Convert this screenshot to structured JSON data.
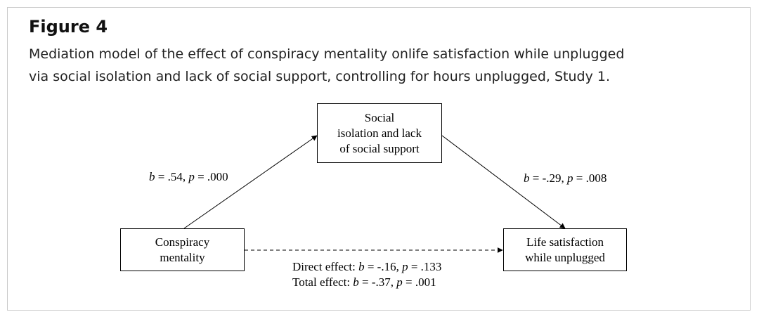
{
  "figure": {
    "label": "Figure 4",
    "caption_lines": [
      "Mediation model of the effect of conspiracy mentality onlife satisfaction while unplugged",
      "via social isolation and lack of social support, controlling for hours unplugged, Study 1."
    ]
  },
  "nodes": {
    "mediator": [
      "Social",
      "isolation and lack",
      "of social support"
    ],
    "predictor": [
      "Conspiracy",
      "mentality"
    ],
    "outcome": [
      "Life satisfaction",
      "while unplugged"
    ]
  },
  "paths": {
    "a": {
      "b_sym": "b",
      "b_val": " = .54, ",
      "p_sym": "p",
      "p_val": " = .000"
    },
    "b": {
      "b_sym": "b",
      "b_val": " = -.29, ",
      "p_sym": "p",
      "p_val": " = .008"
    },
    "direct": {
      "prefix": "Direct effect: ",
      "b_sym": "b",
      "b_val": " = -.16, ",
      "p_sym": "p",
      "p_val": " = .133"
    },
    "total": {
      "prefix": "Total effect: ",
      "b_sym": "b",
      "b_val": " = -.37, ",
      "p_sym": "p",
      "p_val": " = .001"
    }
  }
}
